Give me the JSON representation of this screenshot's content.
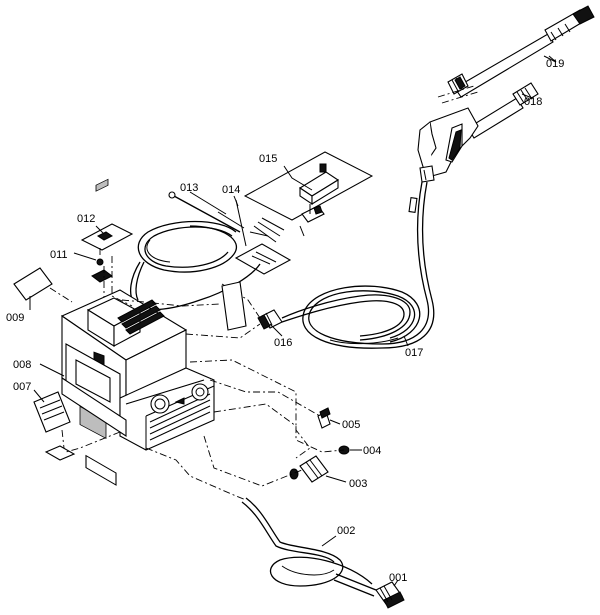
{
  "diagram": {
    "parts": [
      {
        "id": "p001",
        "label": "001"
      },
      {
        "id": "p002",
        "label": "002"
      },
      {
        "id": "p003",
        "label": "003"
      },
      {
        "id": "p004",
        "label": "004"
      },
      {
        "id": "p005",
        "label": "005"
      },
      {
        "id": "p007",
        "label": "007"
      },
      {
        "id": "p008",
        "label": "008"
      },
      {
        "id": "p009",
        "label": "009"
      },
      {
        "id": "p011",
        "label": "011"
      },
      {
        "id": "p012",
        "label": "012"
      },
      {
        "id": "p013",
        "label": "013"
      },
      {
        "id": "p014",
        "label": "014"
      },
      {
        "id": "p015",
        "label": "015"
      },
      {
        "id": "p016",
        "label": "016"
      },
      {
        "id": "p017",
        "label": "017"
      },
      {
        "id": "p018",
        "label": "018"
      },
      {
        "id": "p019",
        "label": "019"
      }
    ]
  }
}
